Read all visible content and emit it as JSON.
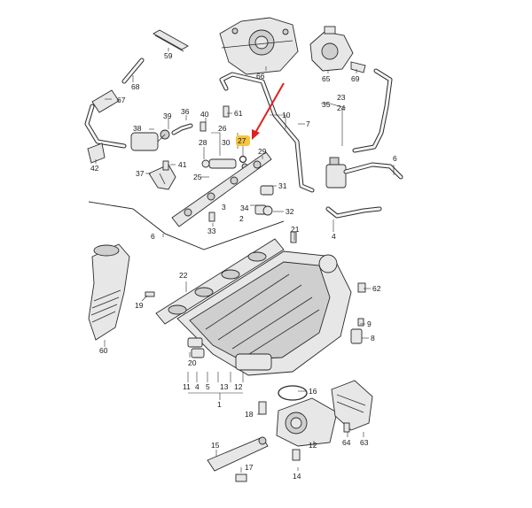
{
  "diagram": {
    "highlight": {
      "label": "27",
      "color": "#f5c542",
      "arrow_color": "#e02020"
    },
    "labels": [
      {
        "id": "l59",
        "text": "59"
      },
      {
        "id": "l66",
        "text": "66"
      },
      {
        "id": "l65",
        "text": "65"
      },
      {
        "id": "l69",
        "text": "69"
      },
      {
        "id": "l68",
        "text": "68"
      },
      {
        "id": "l67",
        "text": "67"
      },
      {
        "id": "l61",
        "text": "61"
      },
      {
        "id": "l10",
        "text": "10"
      },
      {
        "id": "l7",
        "text": "7"
      },
      {
        "id": "l35",
        "text": "35"
      },
      {
        "id": "l23",
        "text": "23"
      },
      {
        "id": "l24",
        "text": "24"
      },
      {
        "id": "l39",
        "text": "39"
      },
      {
        "id": "l36",
        "text": "36"
      },
      {
        "id": "l40",
        "text": "40"
      },
      {
        "id": "l38",
        "text": "38"
      },
      {
        "id": "l26",
        "text": "26"
      },
      {
        "id": "l28",
        "text": "28"
      },
      {
        "id": "l30",
        "text": "30"
      },
      {
        "id": "l29",
        "text": "29"
      },
      {
        "id": "l42",
        "text": "42"
      },
      {
        "id": "l41",
        "text": "41"
      },
      {
        "id": "l37",
        "text": "37"
      },
      {
        "id": "l25",
        "text": "25"
      },
      {
        "id": "l31",
        "text": "31"
      },
      {
        "id": "l34",
        "text": "34"
      },
      {
        "id": "l32",
        "text": "32"
      },
      {
        "id": "l33",
        "text": "33"
      },
      {
        "id": "l3",
        "text": "3"
      },
      {
        "id": "l2",
        "text": "2"
      },
      {
        "id": "l6a",
        "text": "6"
      },
      {
        "id": "l6b",
        "text": "6"
      },
      {
        "id": "l4",
        "text": "4"
      },
      {
        "id": "l21",
        "text": "21"
      },
      {
        "id": "l22",
        "text": "22"
      },
      {
        "id": "l19",
        "text": "19"
      },
      {
        "id": "l60",
        "text": "60"
      },
      {
        "id": "l62",
        "text": "62"
      },
      {
        "id": "l9",
        "text": "9"
      },
      {
        "id": "l8",
        "text": "8"
      },
      {
        "id": "l20",
        "text": "20"
      },
      {
        "id": "l11",
        "text": "11"
      },
      {
        "id": "l4b",
        "text": "4"
      },
      {
        "id": "l5",
        "text": "5"
      },
      {
        "id": "l13",
        "text": "13"
      },
      {
        "id": "l12a",
        "text": "12"
      },
      {
        "id": "l1",
        "text": "1"
      },
      {
        "id": "l16",
        "text": "16"
      },
      {
        "id": "l18",
        "text": "18"
      },
      {
        "id": "l64",
        "text": "64"
      },
      {
        "id": "l63",
        "text": "63"
      },
      {
        "id": "l15",
        "text": "15"
      },
      {
        "id": "l17",
        "text": "17"
      },
      {
        "id": "l12b",
        "text": "12"
      },
      {
        "id": "l14",
        "text": "14"
      },
      {
        "id": "l27",
        "text": "27"
      }
    ]
  }
}
